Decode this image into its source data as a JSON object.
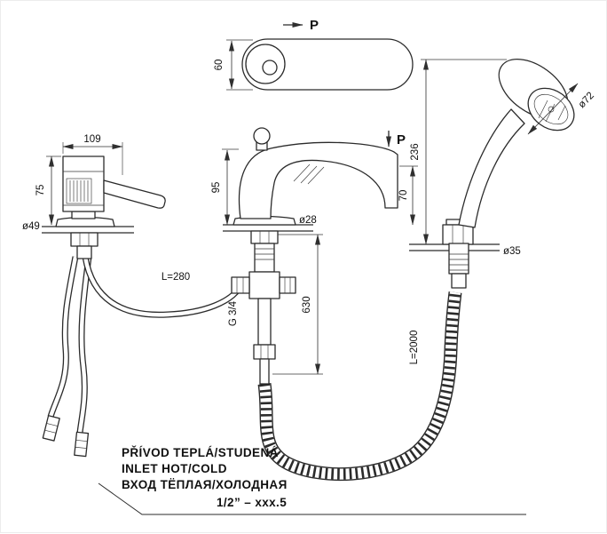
{
  "labels": {
    "p_top": "P",
    "p_spout": "P",
    "dim_60": "60",
    "dim_109": "109",
    "dim_75": "75",
    "dia_49": "ø49",
    "len_280": "L=280",
    "dim_95": "95",
    "dia_28": "ø28",
    "dim_70": "70",
    "thread_g34": "G 3/4",
    "dim_630": "630",
    "len_2000": "L=2000",
    "dim_236": "236",
    "dia_72": "ø72",
    "dia_35": "ø35"
  },
  "notes": {
    "line1": "PŘÍVOD TEPLÁ/STUDENÁ",
    "line2": "INLET HOT/COLD",
    "line3": "ВХОД ТЁПЛАЯ/ХОЛОДНАЯ",
    "connection": "1/2” – xxx.5"
  }
}
